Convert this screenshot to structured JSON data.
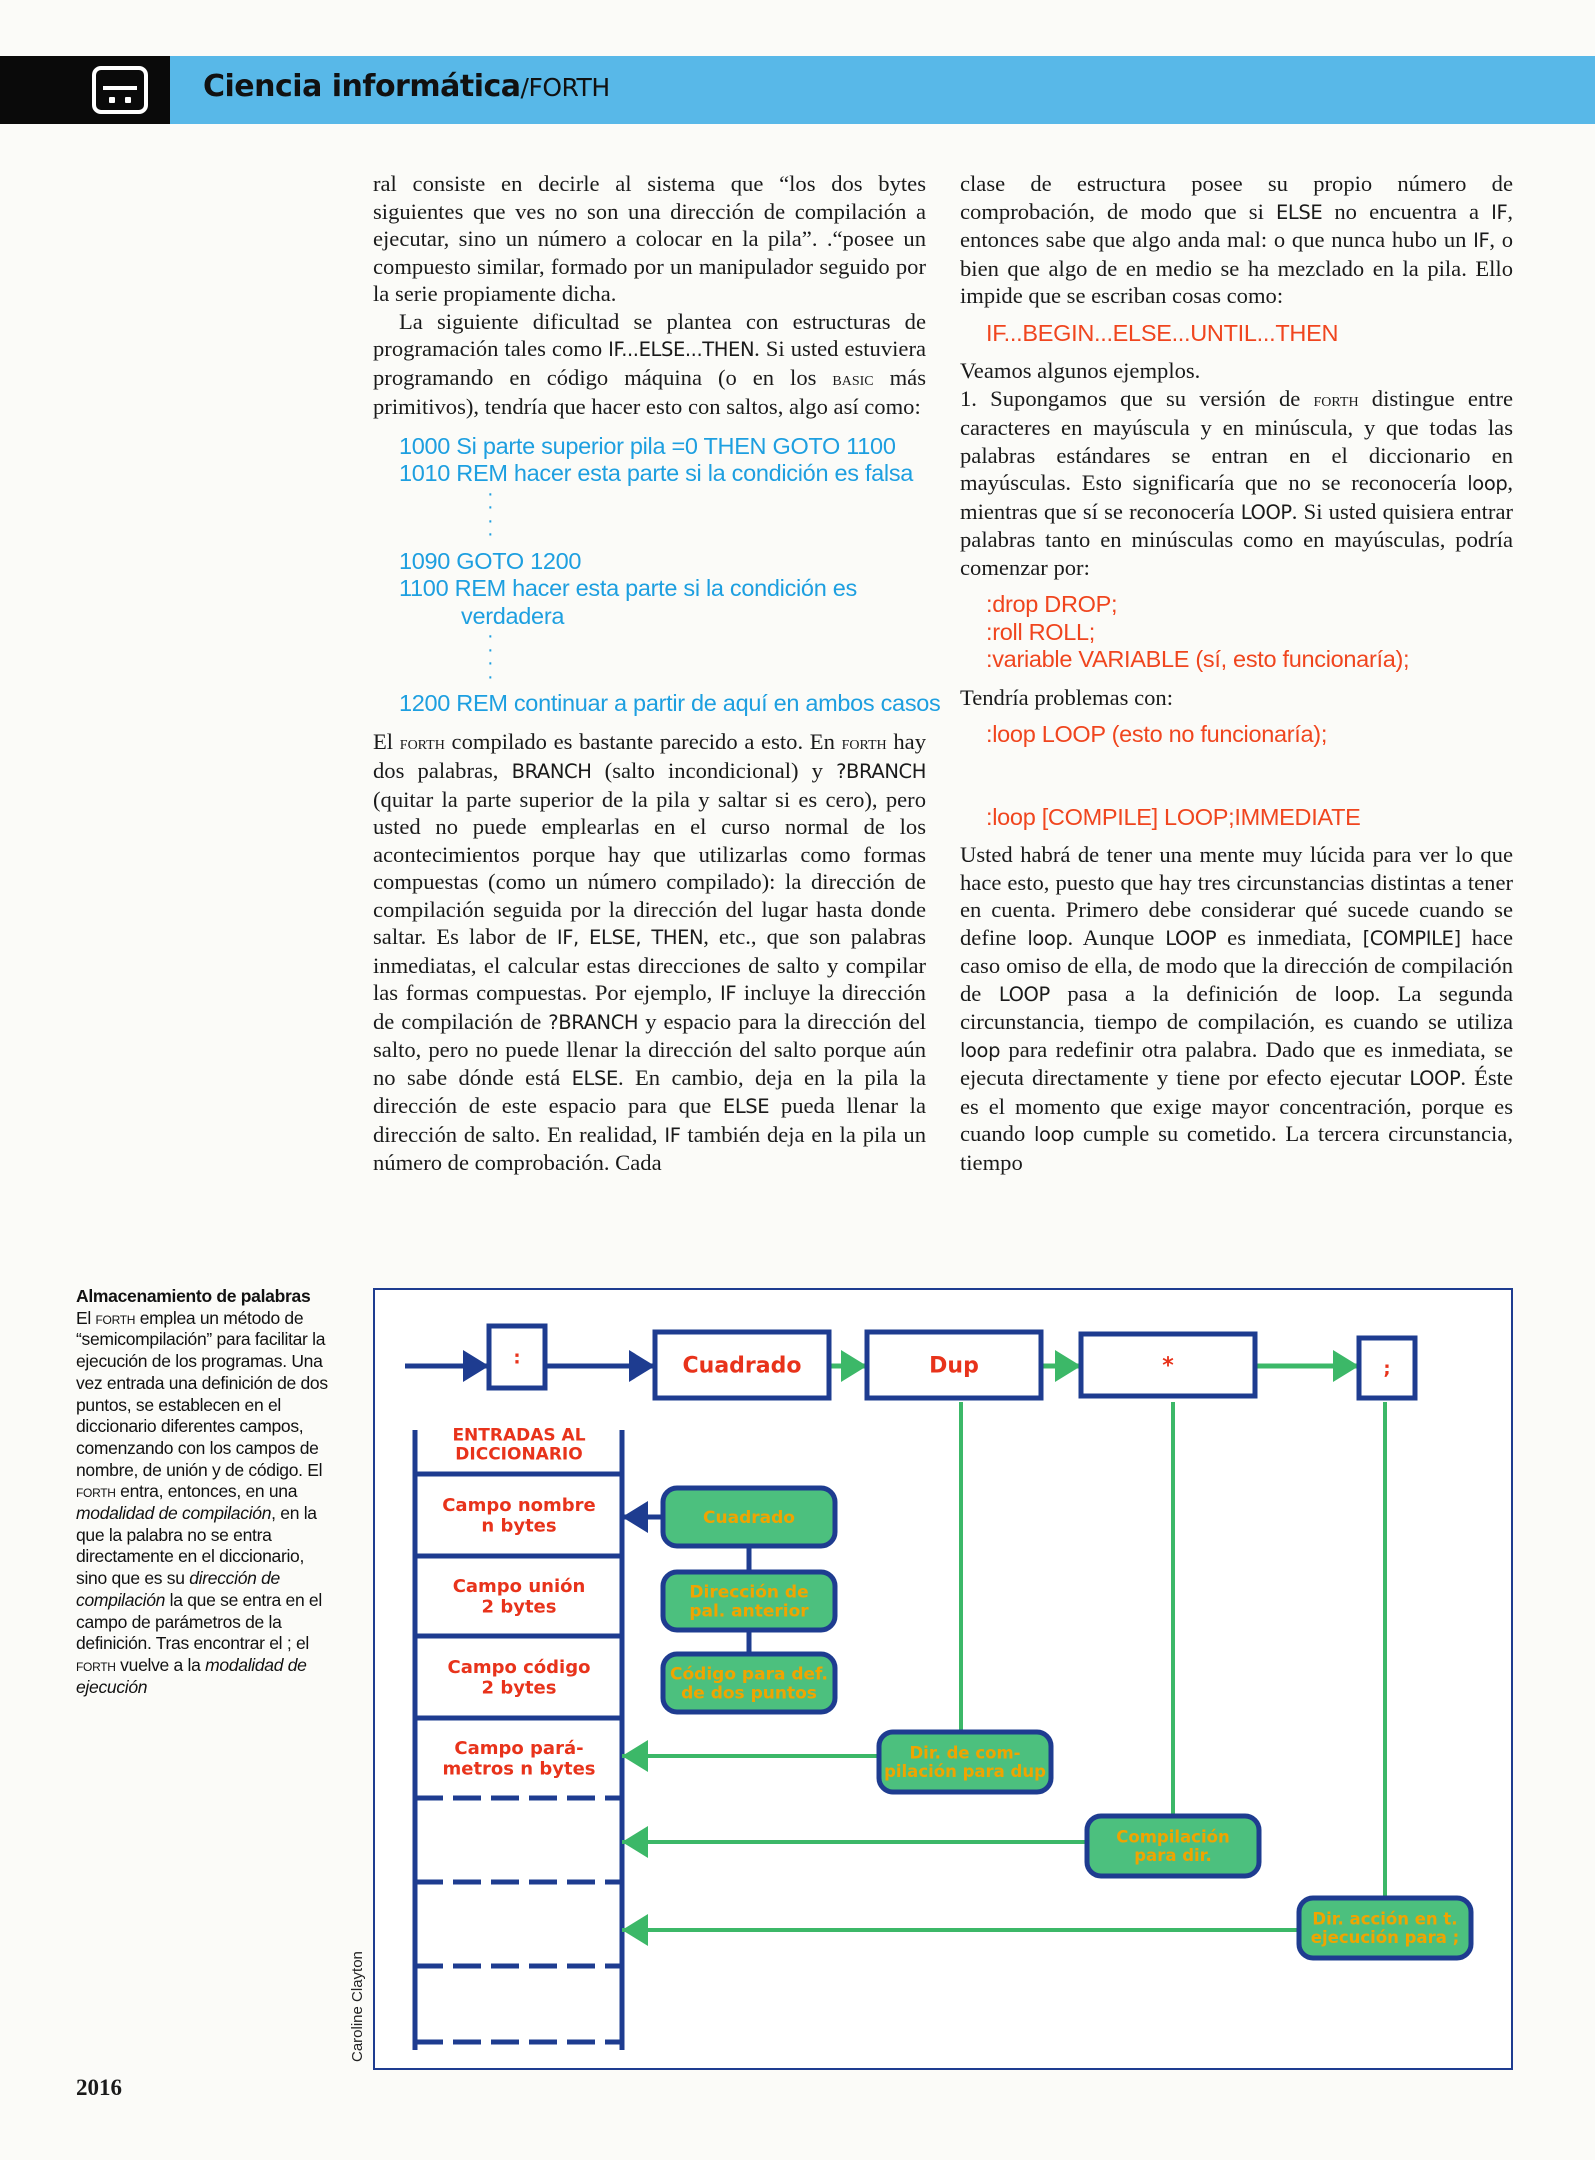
{
  "header": {
    "title": "Ciencia informática",
    "subtitle": "/FORTH"
  },
  "left_column": {
    "p1": "ral consiste en decirle al sistema que “los dos bytes siguientes que ves no son una dirección de compilación a ejecutar, sino un número a colocar en la pila”. .“posee un compuesto similar, formado por un manipulador seguido por la serie propiamente dicha.",
    "p2_a": "La siguiente dificultad se plantea con estructuras de programación tales como ",
    "p2_kw": "IF...ELSE...THEN",
    "p2_b": ". Si usted estuviera programando en código máquina (o en los ",
    "p2_sc": "basic",
    "p2_c": " más primitivos), tendría que hacer esto con saltos, algo así como:",
    "code": {
      "l1": "1000  Si parte superior pila =0 THEN GOTO 1100",
      "l2": "1010  REM hacer esta parte si la condición es falsa",
      "l3": "1090  GOTO 1200",
      "l4": "1100  REM hacer esta parte si la condición es",
      "l4b": "verdadera",
      "l5": "1200  REM continuar a partir de aquí en ambos casos"
    },
    "p3_a": "El ",
    "p3_sc1": "forth",
    "p3_b": " compilado es bastante parecido a esto. En ",
    "p3_sc2": "forth",
    "p3_c": " hay dos palabras, ",
    "p3_kw1": "BRANCH",
    "p3_d": " (salto incondicional) y ",
    "p3_kw2": "?BRANCH",
    "p3_e": " (quitar la parte superior de la pila y saltar si es cero), pero usted no puede emplearlas en el curso normal de los acontecimientos porque hay que utilizarlas como formas compuestas (como un número compilado): la dirección de compilación seguida por la dirección del lugar hasta donde saltar. Es labor de ",
    "p3_kw3": "IF, ELSE, THEN",
    "p3_f": ", etc., que son palabras inmediatas, el calcular estas direcciones de salto y compilar las formas compuestas. Por ejemplo, ",
    "p3_kw4": "IF",
    "p3_g": " incluye la dirección de compilación de ",
    "p3_kw5": "?BRANCH",
    "p3_h": " y espacio para la dirección del salto, pero no puede llenar la dirección del salto porque aún no sabe dónde está ",
    "p3_kw6": "ELSE",
    "p3_i": ". En cambio, deja en la pila la dirección de este espacio para que ",
    "p3_kw7": "ELSE",
    "p3_j": " pueda llenar la dirección de salto. En realidad, ",
    "p3_kw8": "IF",
    "p3_k": " también deja en la pila un número de comprobación. Cada"
  },
  "right_column": {
    "p1_a": "clase de estructura posee su propio número de comprobación, de modo que si ",
    "p1_kw1": "ELSE",
    "p1_b": " no encuentra a ",
    "p1_kw2": "IF",
    "p1_c": ", entonces sabe que algo anda mal: o que nunca hubo un ",
    "p1_kw3": "IF",
    "p1_d": ", o bien que algo de en medio se ha mezclado en la pila. Ello impide que se escriban cosas como:",
    "code1": "IF...BEGIN...ELSE...UNTIL...THEN",
    "p2": "Veamos algunos ejemplos.",
    "p3_a": "1. Supongamos que su versión de ",
    "p3_sc": "forth",
    "p3_b": " distingue entre caracteres en mayúscula y en minúscula, y que todas las palabras estándares se entran en el diccionario en mayúsculas. Esto significaría que no se reconocería ",
    "p3_kw1": "loop",
    "p3_c": ", mientras que sí se reconocería ",
    "p3_kw2": "LOOP",
    "p3_d": ". Si usted quisiera entrar palabras tanto en minúsculas como en mayúsculas, podría comenzar por:",
    "code2": {
      "l1": ":drop DROP;",
      "l2": ":roll ROLL;",
      "l3": ":variable VARIABLE (sí, esto funcionaría);"
    },
    "p4": "Tendría problemas con:",
    "code3": ":loop LOOP (esto no funcionaría);",
    "code4": ":loop [COMPILE] LOOP;IMMEDIATE",
    "p5_a": "Usted habrá de tener una mente muy lúcida para ver lo que hace esto, puesto que hay tres circunstancias distintas a tener en cuenta. Primero debe considerar qué sucede cuando se define ",
    "p5_kw1": "loop",
    "p5_b": ". Aunque ",
    "p5_kw2": "LOOP",
    "p5_c": " es inmediata, ",
    "p5_kw3": "[COMPILE]",
    "p5_d": " hace caso omiso de ella, de modo que la dirección de compilación de ",
    "p5_kw4": "LOOP",
    "p5_e": " pasa a la definición de ",
    "p5_kw5": "loop",
    "p5_f": ". La segunda circunstancia, tiempo de compilación, es cuando se utiliza ",
    "p5_kw6": "loop",
    "p5_g": " para redefinir otra palabra. Dado que es inmediata, se ejecuta directamente y tiene por efecto ejecutar ",
    "p5_kw7": "LOOP",
    "p5_h": ". Éste es el momento que exige mayor concentración, porque es cuando ",
    "p5_kw8": "loop",
    "p5_i": " cumple su cometido. La tercera circunstancia, tiempo"
  },
  "caption": {
    "title": "Almacenamiento de palabras",
    "t1": "El ",
    "sc1": "forth",
    "t2": " emplea un método de “semicompilación” para facilitar la ejecución de los programas. Una vez entrada una definición de dos puntos, se establecen en el diccionario diferentes campos, comenzando con los campos de nombre, de unión y de código. El ",
    "sc2": "forth",
    "t3": " entra, entonces, en una ",
    "i1": "modalidad de compilación",
    "t4": ", en la que la palabra no se entra directamente en el diccionario, sino que es su ",
    "i2": "dirección de compilación",
    "t5": " la que se entra en el campo de parámetros de la definición. Tras encontrar el ; el ",
    "sc3": "forth",
    "t6": " vuelve a la ",
    "i3": "modalidad de ejecución"
  },
  "diagram": {
    "top_boxes": [
      ":",
      "Cuadrado",
      "Dup",
      "*",
      ";"
    ],
    "dict_heading": [
      "ENTRADAS AL",
      "DICCIONARIO"
    ],
    "dict_fields": [
      [
        "Campo nombre",
        "n bytes"
      ],
      [
        "Campo unión",
        "2 bytes"
      ],
      [
        "Campo código",
        "2 bytes"
      ],
      [
        "Campo pará-",
        "metros n bytes"
      ]
    ],
    "field_values": [
      [
        "Cuadrado"
      ],
      [
        "Dirección de",
        "pal. anterior"
      ],
      [
        "Código para def.",
        "de dos puntos"
      ]
    ],
    "addresses": [
      [
        "Dir. de com-",
        "pilación para dup"
      ],
      [
        "Compilación",
        "para dir."
      ],
      [
        "Dir. acción en t.",
        "ejecución para ;"
      ]
    ],
    "colors": {
      "border": "#1e3c90",
      "box_text": "#e8331b",
      "green_fill": "#4cc07e",
      "green_line": "#3cb868",
      "amber_text": "#f0a400"
    }
  },
  "credit": "Caroline Clayton",
  "page_number": "2016"
}
